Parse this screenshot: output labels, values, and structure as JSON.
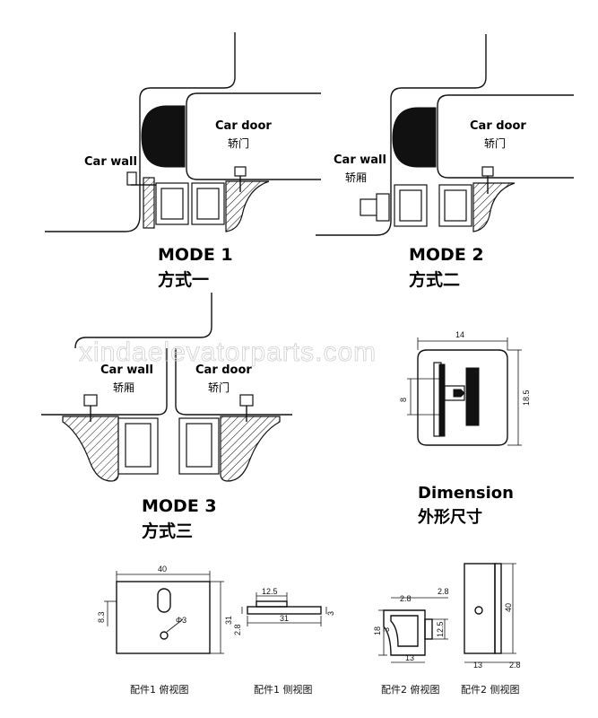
{
  "watermark": "xindaelevatorparts.com",
  "mode1": {
    "car_door": "Car door",
    "car_door_cn": "轿门",
    "car_wall": "Car wall",
    "title": "MODE 1",
    "title_cn": "方式一"
  },
  "mode2": {
    "car_door": "Car door",
    "car_door_cn": "轿门",
    "car_wall": "Car wall",
    "car_wall_cn": "轿厢",
    "title": "MODE 2",
    "title_cn": "方式二"
  },
  "mode3": {
    "car_wall": "Car wall",
    "car_wall_cn": "轿厢",
    "car_door": "Car door",
    "car_door_cn": "轿门",
    "title": "MODE 3",
    "title_cn": "方式三"
  },
  "dimension": {
    "title": "Dimension",
    "title_cn": "外形尺寸",
    "d_width": "14",
    "d_height": "18.5",
    "d_offset": "8"
  },
  "part1_top": {
    "width": "40",
    "height": "31",
    "offset": "8.3",
    "hole": "Φ3",
    "caption": "配件1 俯视图"
  },
  "part1_side": {
    "top": "12.5",
    "thick": "2.8",
    "length": "31",
    "right": "3",
    "caption": "配件1 侧视图"
  },
  "part2_top": {
    "top_a": "2.8",
    "top_b": "2.8",
    "height": "18",
    "inner": "3",
    "mid": "12.5",
    "bottom": "13",
    "caption": "配件2 俯视图"
  },
  "part2_side": {
    "height": "40",
    "bottom": "13",
    "right": "2.8",
    "caption": "配件2 侧视图"
  }
}
